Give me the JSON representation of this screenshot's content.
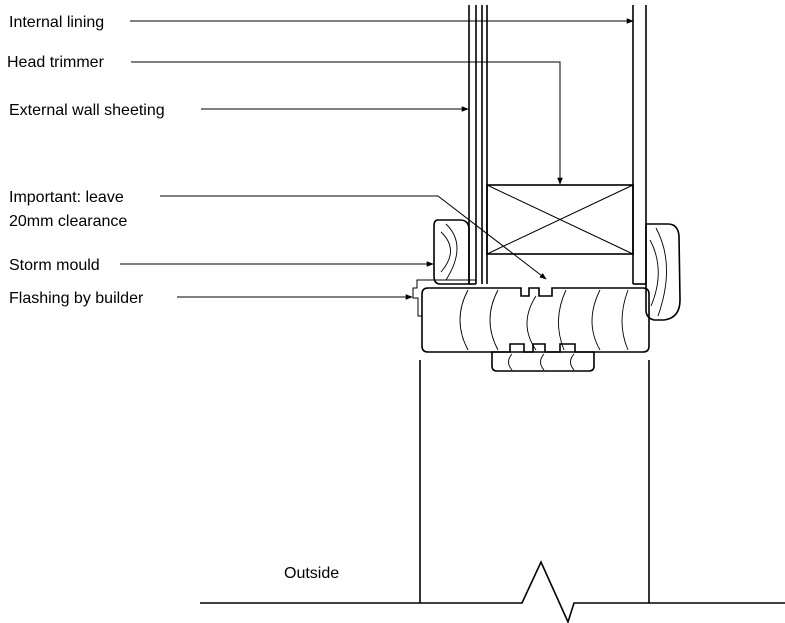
{
  "labels": {
    "internal_lining": "Internal lining",
    "head_trimmer": "Head trimmer",
    "external_wall_sheeting": "External wall sheeting",
    "important_line1": "Important: leave",
    "important_line2": "20mm clearance",
    "storm_mould": "Storm mould",
    "flashing": "Flashing by builder",
    "outside": "Outside"
  },
  "colors": {
    "line": "#000000",
    "background": "#ffffff"
  }
}
